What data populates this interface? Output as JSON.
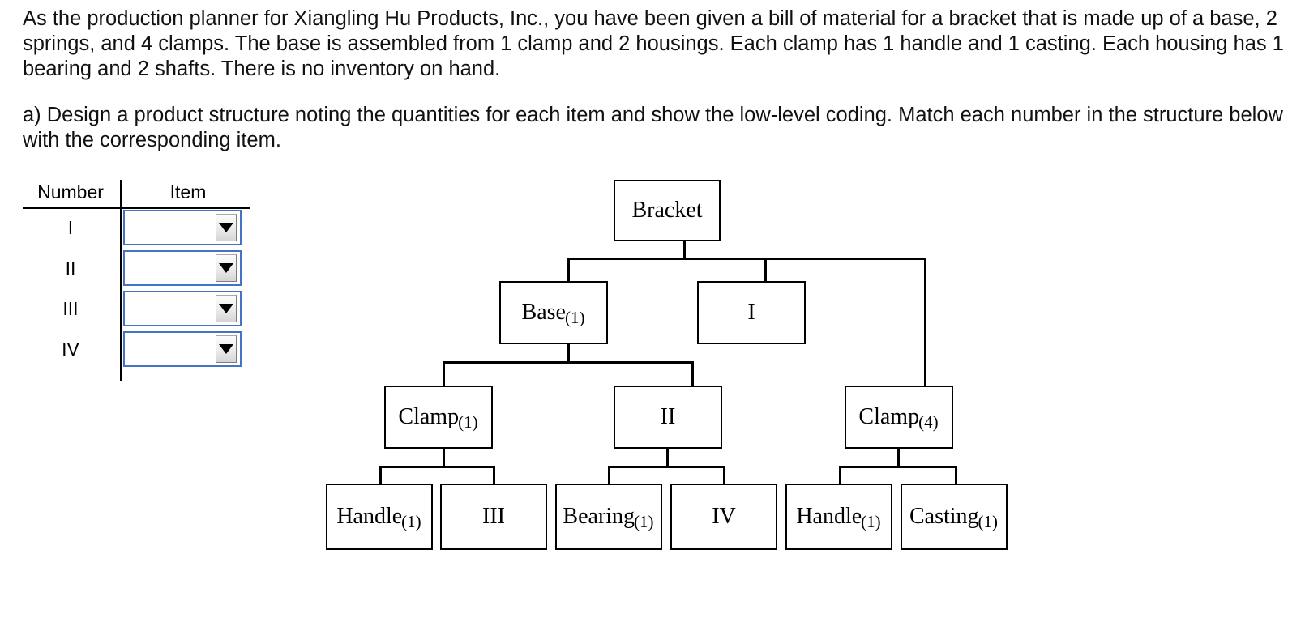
{
  "problem": {
    "paragraph1": "As the production planner for Xiangling Hu Products, Inc., you have been given a bill of material for a bracket that is made up of a base, 2 springs, and 4 clamps. The base is assembled from 1 clamp and 2 housings. Each clamp has 1 handle and 1 casting. Each housing has 1 bearing and 2 shafts. There is no inventory on hand.",
    "paragraph2": "a) Design a product structure noting the quantities for each item and show the low-level coding. Match each number in the structure below with the corresponding item."
  },
  "answer_table": {
    "headers": {
      "number": "Number",
      "item": "Item"
    },
    "rows": [
      {
        "number": "I",
        "value": "",
        "placeholder": ""
      },
      {
        "number": "II",
        "value": "",
        "placeholder": ""
      },
      {
        "number": "III",
        "value": "",
        "placeholder": ""
      },
      {
        "number": "IV",
        "value": "",
        "placeholder": ""
      }
    ],
    "dropdown_icon": "chevron-down-icon",
    "border_color": "#4472c4"
  },
  "tree": {
    "nodes": [
      {
        "id": "bracket",
        "label": "Bracket",
        "qty": "",
        "level": 0
      },
      {
        "id": "base",
        "label": "Base",
        "qty": "(1)",
        "level": 1
      },
      {
        "id": "item-i",
        "label": "I",
        "qty": "",
        "level": 1
      },
      {
        "id": "clamp1",
        "label": "Clamp",
        "qty": "(1)",
        "level": 2
      },
      {
        "id": "item-ii",
        "label": "II",
        "qty": "",
        "level": 2
      },
      {
        "id": "clamp4",
        "label": "Clamp",
        "qty": "(4)",
        "level": 2
      },
      {
        "id": "handle1",
        "label": "Handle",
        "qty": "(1)",
        "level": 3
      },
      {
        "id": "item-iii",
        "label": "III",
        "qty": "",
        "level": 3
      },
      {
        "id": "bearing1",
        "label": "Bearing",
        "qty": "(1)",
        "level": 3
      },
      {
        "id": "item-iv",
        "label": "IV",
        "qty": "",
        "level": 3
      },
      {
        "id": "handle2",
        "label": "Handle",
        "qty": "(1)",
        "level": 3
      },
      {
        "id": "casting1",
        "label": "Casting",
        "qty": "(1)",
        "level": 3
      }
    ]
  }
}
